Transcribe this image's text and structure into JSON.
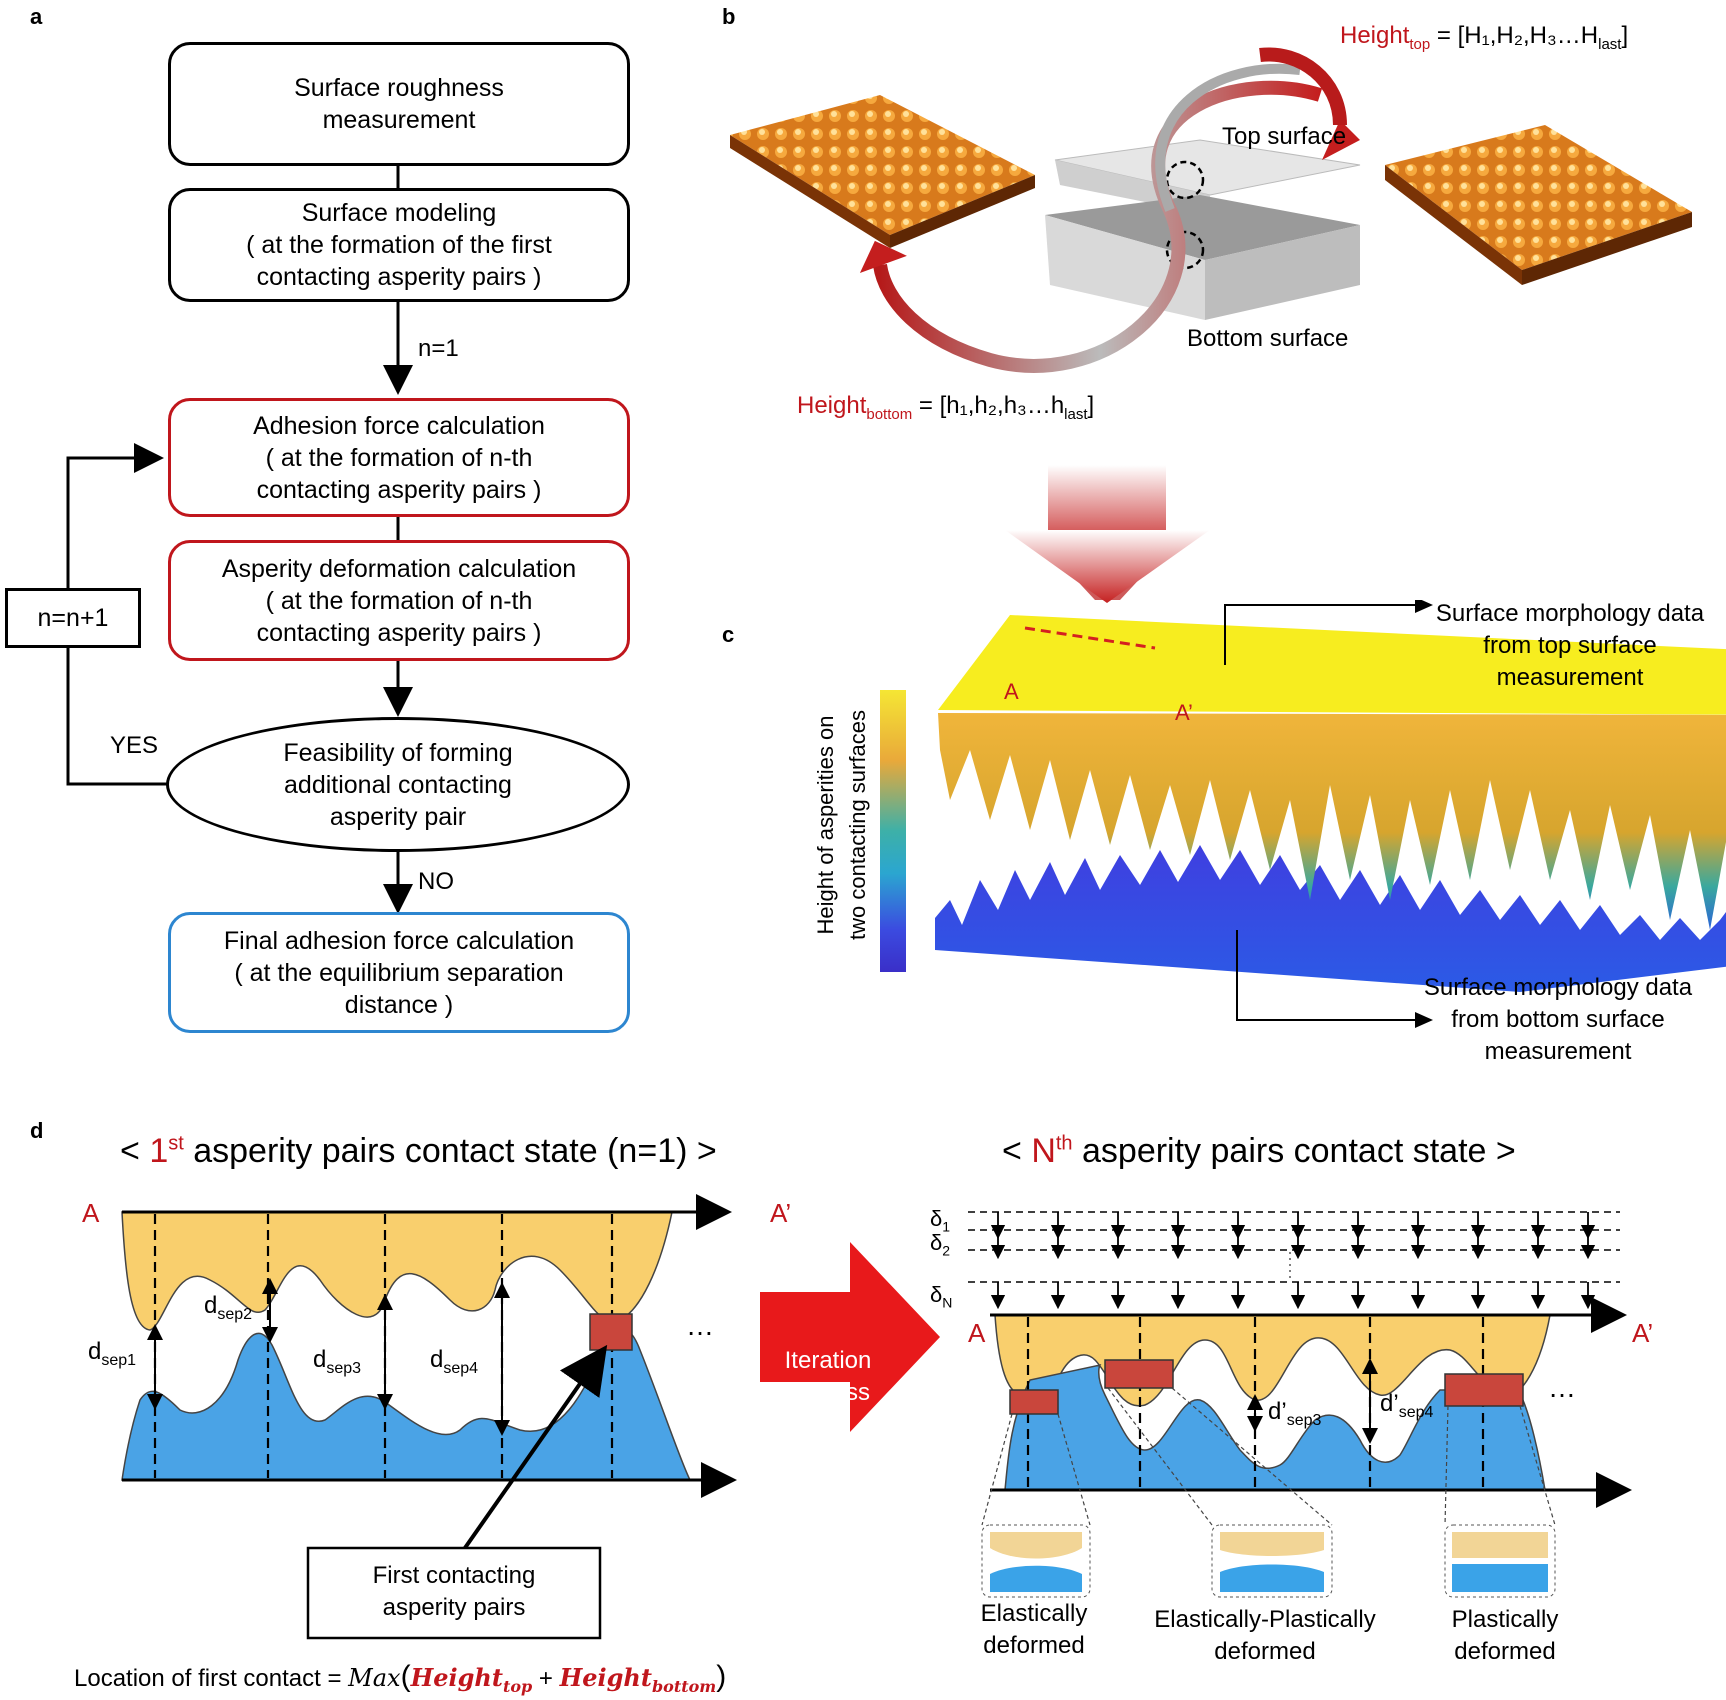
{
  "panels": {
    "a": "a",
    "b": "b",
    "c": "c",
    "d": "d"
  },
  "flowchart": {
    "step1": "Surface roughness\nmeasurement",
    "step2": "Surface modeling\n( at the formation of the first\ncontacting asperity pairs )",
    "n_init": "n=1",
    "step3": "Adhesion force calculation\n( at the formation of n-th\ncontacting asperity pairs )",
    "step4": "Asperity deformation calculation\n( at the formation of n-th\ncontacting asperity pairs )",
    "loop_label": "n=n+1",
    "yes_label": "YES",
    "decision": "Feasibility of forming\nadditional contacting\nasperity pair",
    "no_label": "NO",
    "final": "Final adhesion force calculation\n( at the equilibrium separation\ndistance )"
  },
  "panel_b": {
    "height_top_prefix": "Height",
    "height_top_sub": "top",
    "height_top_value": "= [H₁,H₂,H₃…H",
    "height_top_last": "last",
    "height_bottom_prefix": "Height",
    "height_bottom_sub": "bottom",
    "height_bottom_value": "= [h₁,h₂,h₃…h",
    "height_bottom_last": "last",
    "top_surface": "Top surface",
    "bottom_surface": "Bottom surface"
  },
  "panel_c": {
    "colorbar_label": "Height of asperities on\ntwo contacting surfaces",
    "line_start": "A",
    "line_end": "A’",
    "top_note": "Surface morphology data\nfrom top surface\nmeasurement",
    "bottom_note": "Surface morphology data\nfrom bottom surface\nmeasurement",
    "colorbar_colors": [
      "#f5e634",
      "#e9a93a",
      "#3db0a8",
      "#2ba6d0",
      "#3b4be0",
      "#3a2fc8"
    ]
  },
  "panel_d": {
    "left_title_pre": "< ",
    "left_title_num": "1",
    "left_title_sup": "st",
    "left_title_post": " asperity pairs contact state (n=1) >",
    "right_title_pre": "< ",
    "right_title_num": "N",
    "right_title_sup": "th",
    "right_title_post": " asperity pairs contact state  >",
    "axis_start": "A",
    "axis_end": "A’",
    "dsep": [
      "sep1",
      "sep2",
      "sep3",
      "sep4"
    ],
    "d_letter": "d",
    "ellipsis": "…",
    "first_contact_box": "First contacting\nasperity pairs",
    "formula_prefix": "Location of first contact = ",
    "formula_max": "Max",
    "formula_h": "Height",
    "formula_top": "top",
    "formula_bottom": "bottom",
    "iteration_label": "Iteration\nprocess",
    "delta_letter": "δ",
    "delta_subs": [
      "1",
      "2",
      "N"
    ],
    "dprime": [
      "d’",
      "sep3",
      "d’",
      "sep4"
    ],
    "deform_labels": [
      "Elastically\ndeformed",
      "Elastically-Plastically\ndeformed",
      "Plastically\ndeformed"
    ],
    "colors": {
      "top": "#f9cf6d",
      "bottom": "#4aa3e6",
      "contact": "#c9463c",
      "arrow_red": "#e8191b"
    }
  }
}
